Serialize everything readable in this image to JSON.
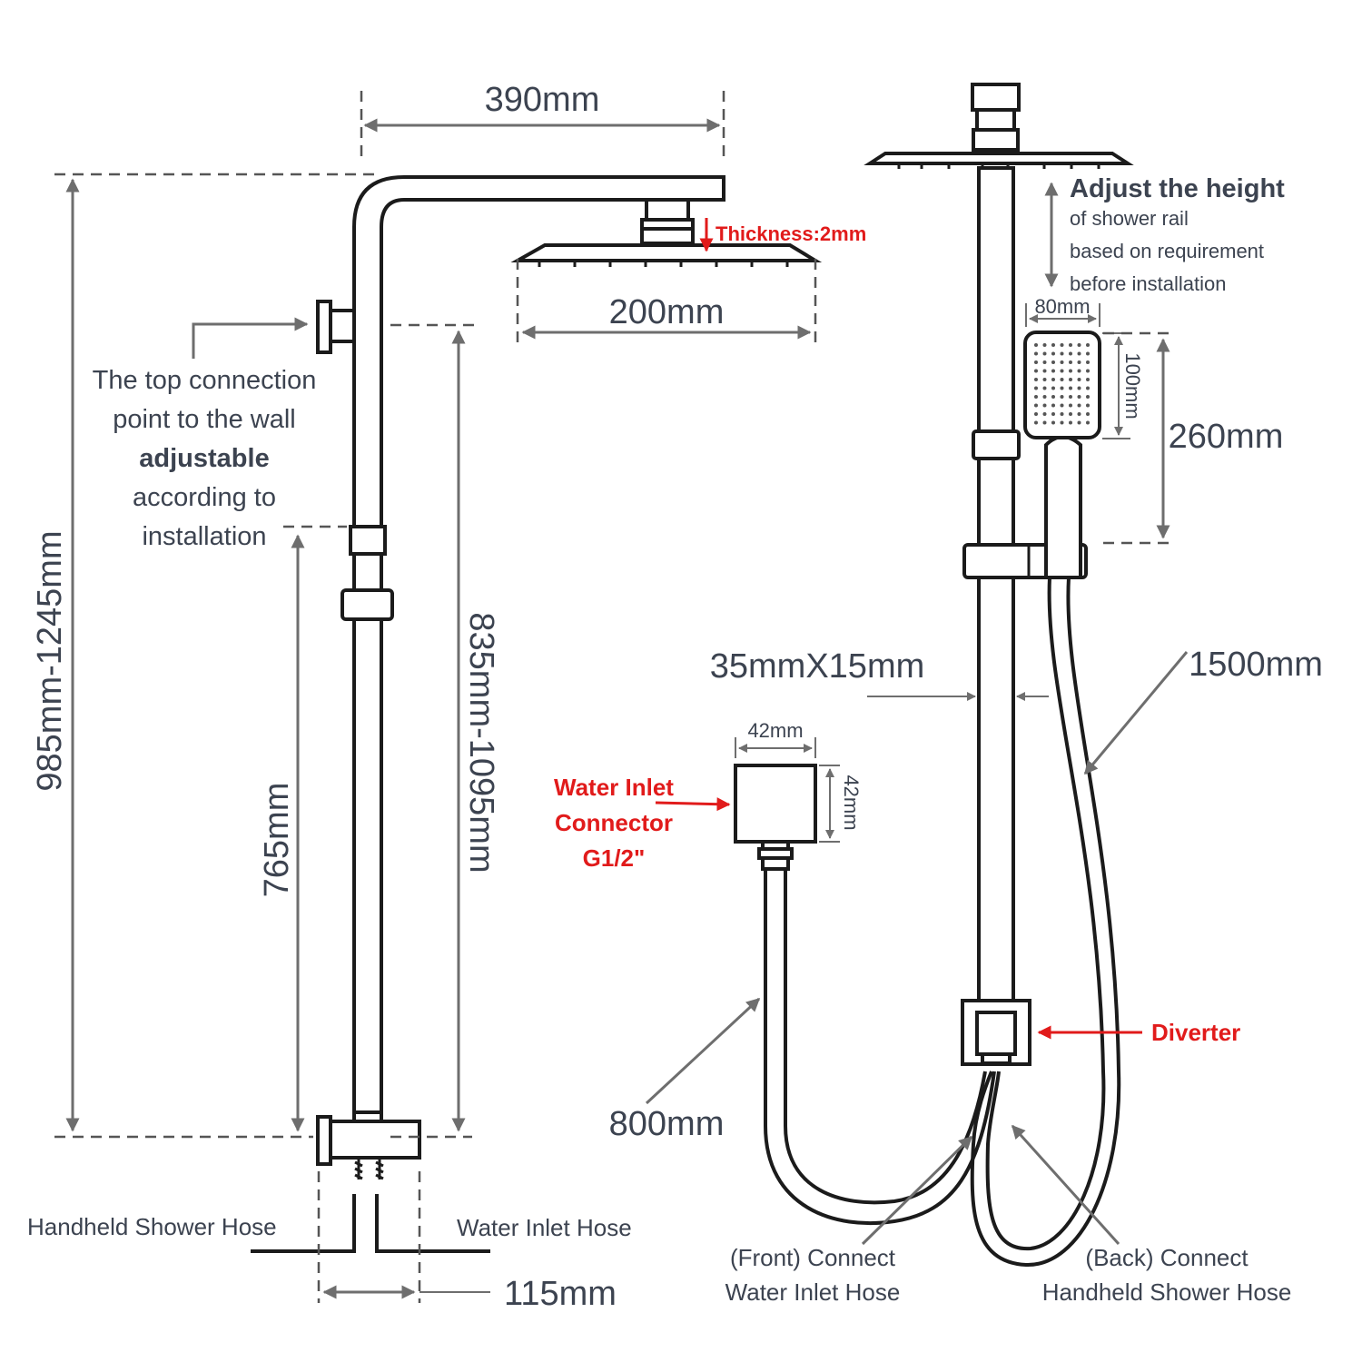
{
  "dimensions": {
    "d390": "390mm",
    "d200": "200mm",
    "thickness": "Thickness:2mm",
    "d985_1245": "985mm-1245mm",
    "d835_1095": "835mm-1095mm",
    "d765": "765mm",
    "d115": "115mm",
    "d80": "80mm",
    "d100": "100mm",
    "d260": "260mm",
    "d35x15": "35mmX15mm",
    "d1500": "1500mm",
    "d800": "800mm",
    "d42w": "42mm",
    "d42h": "42mm"
  },
  "labels": {
    "top_connection": [
      "The top connection",
      "point to the wall",
      "adjustable",
      "according to",
      "installation"
    ],
    "adjust_title": "Adjust the height",
    "adjust_lines": [
      "of shower rail",
      "based on requirement",
      "before installation"
    ],
    "water_inlet_connector": [
      "Water Inlet",
      "Connector",
      "G1/2\""
    ],
    "diverter": "Diverter",
    "handheld_hose": "Handheld Shower Hose",
    "water_inlet_hose": "Water Inlet Hose",
    "front_connect": [
      "(Front) Connect",
      "Water Inlet Hose"
    ],
    "back_connect": [
      "(Back) Connect",
      "Handheld Shower Hose"
    ]
  },
  "colors": {
    "text": "#3c4350",
    "accent_red": "#e11b1b",
    "line": "#1b1b1b",
    "dimension": "#6e6e6e"
  }
}
